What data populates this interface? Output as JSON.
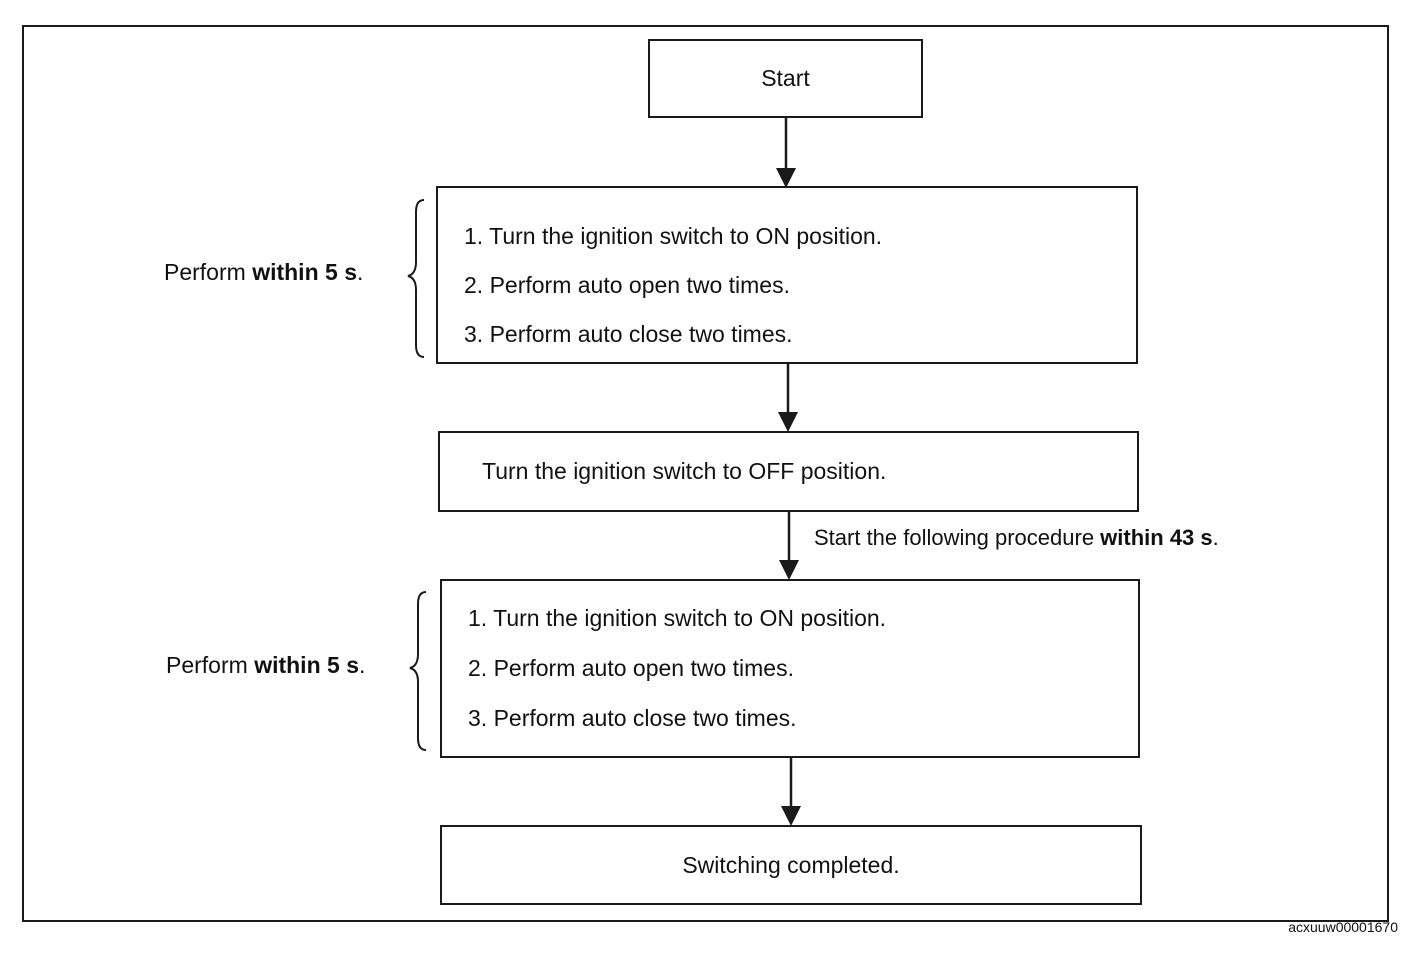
{
  "flowchart": {
    "start": "Start",
    "group1": {
      "note_prefix": "Perform ",
      "note_bold": "within 5 s",
      "note_suffix": ".",
      "steps": [
        "1. Turn the ignition switch to ON position.",
        "2. Perform auto open two times.",
        "3. Perform auto close two times."
      ]
    },
    "off_step": "Turn the ignition switch to OFF position.",
    "transition": {
      "prefix": "Start the following procedure ",
      "bold": "within 43 s",
      "suffix": "."
    },
    "group2": {
      "note_prefix": "Perform ",
      "note_bold": "within 5 s",
      "note_suffix": ".",
      "steps": [
        "1. Turn the ignition switch to ON position.",
        "2. Perform auto open two times.",
        "3. Perform auto close two times."
      ]
    },
    "end": "Switching completed."
  },
  "figure_id": "acxuuw00001670"
}
